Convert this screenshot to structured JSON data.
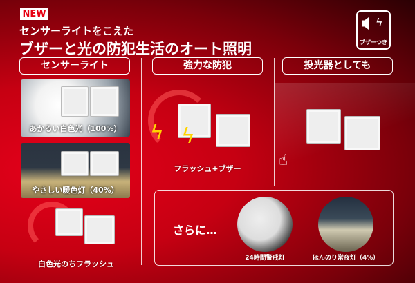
{
  "header": {
    "badge": "NEW",
    "subtitle": "センサーライトをこえた",
    "title": "ブザーと光の防犯生活のオート照明"
  },
  "buzzer_badge": {
    "label": "ブザーつき",
    "icon": "speaker-with-lightning-icon"
  },
  "sections": [
    "センサーライト",
    "強力な防犯",
    "投光器としても"
  ],
  "sensor_light": {
    "bright": "あかるい白色光（100%）",
    "warm": "やさしい暖色灯（40%）",
    "flash": "白色光のちフラッシュ"
  },
  "security": {
    "caption": "フラッシュ+ブザー"
  },
  "more": {
    "heading": "さらに…",
    "items": [
      "24時間警戒灯",
      "ほんのり常夜灯（4%）"
    ]
  },
  "colors": {
    "brand_red": "#e60012",
    "bolt": "#ffd400"
  }
}
